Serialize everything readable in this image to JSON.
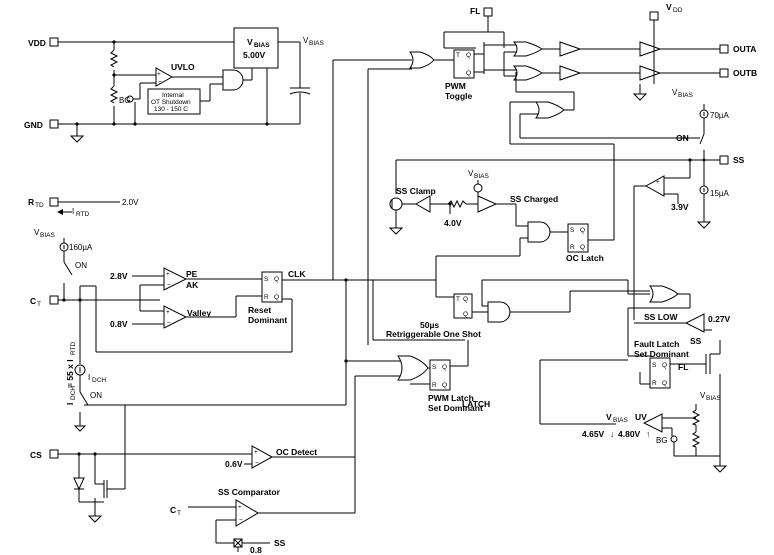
{
  "pins": {
    "vdd": "VDD",
    "gnd": "GND",
    "rtd": "R",
    "rtd_sub": "TD",
    "ct": "C",
    "ct_sub": "T",
    "cs": "CS",
    "fl": "FL",
    "outa": "OUTA",
    "outb": "OUTB",
    "ss": "SS",
    "vdd_top": "V",
    "vdd_top_sub": "DD",
    "ct2": "C",
    "ct2_sub": "T",
    "ss_bottom": "SS"
  },
  "labels": {
    "vbias_box_line1": "V",
    "vbias_box_sub": "BIAS",
    "vbias_box_line2": "5.00V",
    "vbias_out": "V",
    "vbias_out_sub": "BIAS",
    "uvlo": "UVLO",
    "bg1": "BG",
    "internal_ot_1": "Internal",
    "internal_ot_2": "OT Shutdown",
    "internal_ot_3": "130 - 150 C",
    "rtd_voltage": "2.0V",
    "irtd": "I",
    "irtd_sub": "RTD",
    "vbias_160": "V",
    "vbias_160_sub": "BIAS",
    "i160": "160µA",
    "on1": "ON",
    "v28": "2.8V",
    "peak1": "PE",
    "peak2": "AK",
    "v08": "0.8V",
    "valley": "Valley",
    "clk": "CLK",
    "reset_dominant_1": "Reset",
    "reset_dominant_2": "Dominant",
    "idch_side": "I",
    "idch_side_sub": "DCH",
    "idch_side_rest": "= 55 x I",
    "idch_side_sub2": "RTD",
    "idch": "I",
    "idch_sub": "DCH",
    "on2": "ON",
    "oc_detect": "OC Detect",
    "v06": "0.6V",
    "ss_comparator": "SS Comparator",
    "v08b": "0.8",
    "pwm_toggle_1": "PWM",
    "pwm_toggle_2": "Toggle",
    "vbias_70": "V",
    "vbias_70_sub": "BIAS",
    "i70": "70µA",
    "on3": "ON",
    "ss_clamp": "SS Clamp",
    "vbias_clamp": "V",
    "vbias_clamp_sub": "BIAS",
    "ss_charged": "SS Charged",
    "v40": "4.0V",
    "v39": "3.9V",
    "i15": "15µA",
    "oc_latch": "OC Latch",
    "one_shot_1": "50µs",
    "one_shot_2": "Retriggerable One Shot",
    "pwm_latch_1": "PWM Latch",
    "pwm_latch_2": "Set Dominant",
    "latch_overlay": "LATCH",
    "ss_low": "SS LOW",
    "v027": "0.27V",
    "ss_in": "SS",
    "fault_latch_1": "Fault Latch",
    "fault_latch_2": "Set Dominant",
    "fl_small": "FL",
    "vbias_uv": "V",
    "vbias_uv_sub": "BIAS",
    "uv": "UV",
    "v465": "4.65V",
    "v480": "4.80V",
    "bg2": "BG",
    "vbias_right": "V",
    "vbias_right_sub": "BIAS"
  },
  "flipflop_pins": {
    "s": "S",
    "r": "R",
    "q": "Q",
    "qbar": "Q",
    "t": "T"
  }
}
